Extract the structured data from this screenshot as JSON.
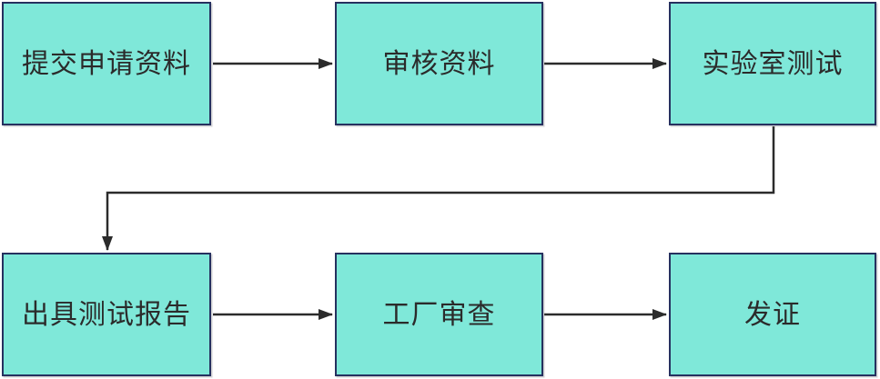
{
  "diagram": {
    "type": "flowchart",
    "nodes": [
      {
        "id": "n1",
        "label": "提交申请资料"
      },
      {
        "id": "n2",
        "label": "审核资料"
      },
      {
        "id": "n3",
        "label": "实验室测试"
      },
      {
        "id": "n4",
        "label": "出具测试报告"
      },
      {
        "id": "n5",
        "label": "工厂审查"
      },
      {
        "id": "n6",
        "label": "发证"
      }
    ],
    "edges": [
      {
        "from": "提交申请资料",
        "to": "审核资料",
        "style": "straight-right"
      },
      {
        "from": "审核资料",
        "to": "实验室测试",
        "style": "straight-right"
      },
      {
        "from": "实验室测试",
        "to": "出具测试报告",
        "style": "elbow-down-left-down"
      },
      {
        "from": "出具测试报告",
        "to": "工厂审查",
        "style": "straight-right"
      },
      {
        "from": "工厂审查",
        "to": "发证",
        "style": "straight-right"
      }
    ],
    "colors": {
      "node_fill": "#7fe8d9",
      "node_border": "#26315f",
      "arrow": "#2b2b2b",
      "text": "#2b2b2b",
      "background": "#ffffff"
    }
  }
}
